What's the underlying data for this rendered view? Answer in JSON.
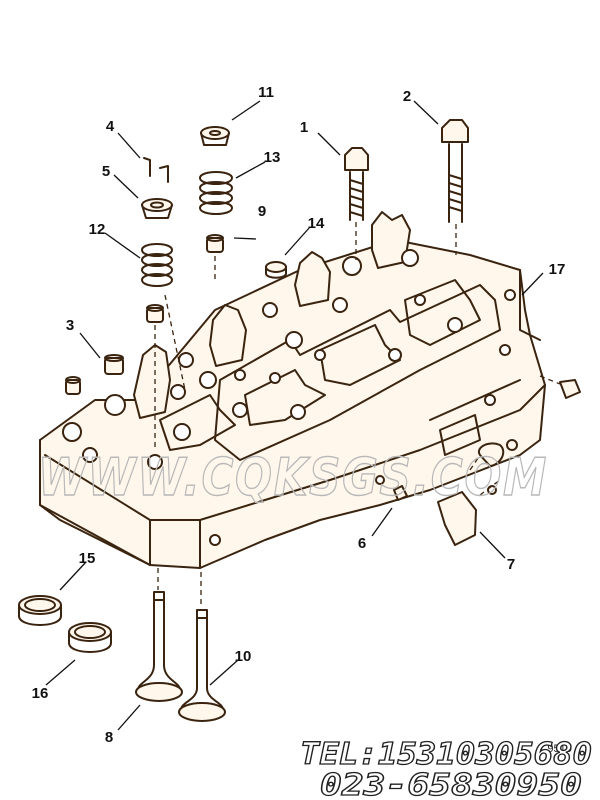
{
  "diagram": {
    "callouts": [
      "1",
      "2",
      "3",
      "4",
      "5",
      "6",
      "7",
      "8",
      "9",
      "10",
      "11",
      "12",
      "13",
      "14",
      "15",
      "16",
      "17"
    ],
    "figure_code": "1 9510",
    "watermark": "WWW.CQKSGS.COM",
    "contact_lines": [
      "TEL:15310305680",
      "023-65830950"
    ]
  },
  "colors": {
    "line": "#3a2410",
    "fill": "#fff7ec",
    "watermark": "#b8b8b8",
    "text": "#111111"
  }
}
